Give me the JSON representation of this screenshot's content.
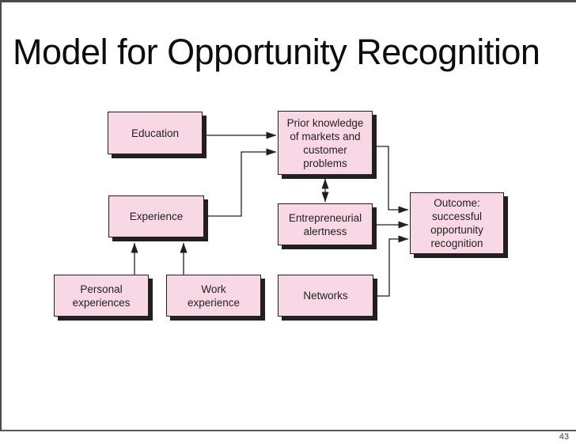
{
  "slide": {
    "title": "Model for Opportunity Recognition",
    "page_number": "43"
  },
  "colors": {
    "box_fill": "#f8d8e4",
    "box_border": "#231f20",
    "box_shadow": "#231f20",
    "connector": "#231f20",
    "frame_border": "#4a4a4a",
    "background": "#ffffff",
    "title_text": "#0d0d0d"
  },
  "diagram": {
    "boxes": [
      {
        "id": "education",
        "label": "Education"
      },
      {
        "id": "prior-knowledge",
        "label": "Prior knowledge\nof markets and\ncustomer\nproblems"
      },
      {
        "id": "experience",
        "label": "Experience"
      },
      {
        "id": "entrepreneurial-alertness",
        "label": "Entrepreneurial\nalertness"
      },
      {
        "id": "outcome",
        "label": "Outcome:\nsuccessful\nopportunity\nrecognition"
      },
      {
        "id": "personal-experiences",
        "label": "Personal\nexperiences"
      },
      {
        "id": "work-experience",
        "label": "Work\nexperience"
      },
      {
        "id": "networks",
        "label": "Networks"
      }
    ],
    "connections": [
      {
        "from": "education",
        "to": "prior-knowledge",
        "type": "arrow"
      },
      {
        "from": "experience",
        "to": "prior-knowledge",
        "type": "elbow-arrow"
      },
      {
        "from": "prior-knowledge",
        "to": "entrepreneurial-alertness",
        "type": "double-headed-arrow"
      },
      {
        "from": "prior-knowledge",
        "to": "outcome",
        "type": "elbow-arrow"
      },
      {
        "from": "entrepreneurial-alertness",
        "to": "outcome",
        "type": "arrow"
      },
      {
        "from": "networks",
        "to": "outcome",
        "type": "elbow-arrow"
      },
      {
        "from": "personal-experiences",
        "to": "experience",
        "type": "arrow"
      },
      {
        "from": "work-experience",
        "to": "experience",
        "type": "arrow"
      }
    ]
  }
}
